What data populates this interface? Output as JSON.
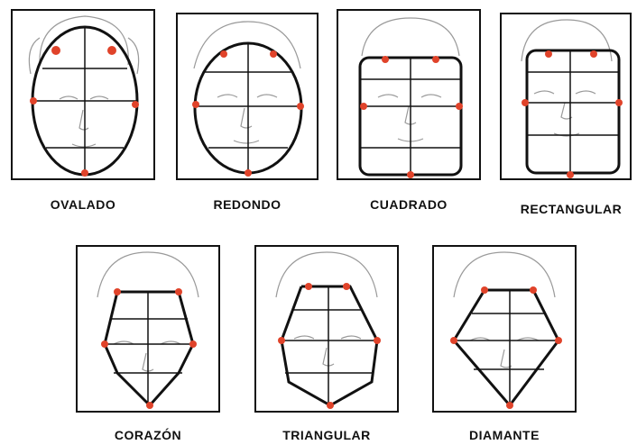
{
  "figure": {
    "colors": {
      "outline": "#111111",
      "sketch": "#9a9a9a",
      "marker": "#e0432a"
    },
    "shapes": [
      {
        "id": "ovalado",
        "label": "OVALADO",
        "outline": "oval"
      },
      {
        "id": "redondo",
        "label": "REDONDO",
        "outline": "round"
      },
      {
        "id": "cuadrado",
        "label": "CUADRADO",
        "outline": "square"
      },
      {
        "id": "rectangular",
        "label": "RECTANGULAR",
        "outline": "rectangle"
      },
      {
        "id": "corazon",
        "label": "CORAZÓN",
        "outline": "heart"
      },
      {
        "id": "triangular",
        "label": "TRIANGULAR",
        "outline": "triangle"
      },
      {
        "id": "diamante",
        "label": "DIAMANTE",
        "outline": "diamond"
      }
    ]
  }
}
